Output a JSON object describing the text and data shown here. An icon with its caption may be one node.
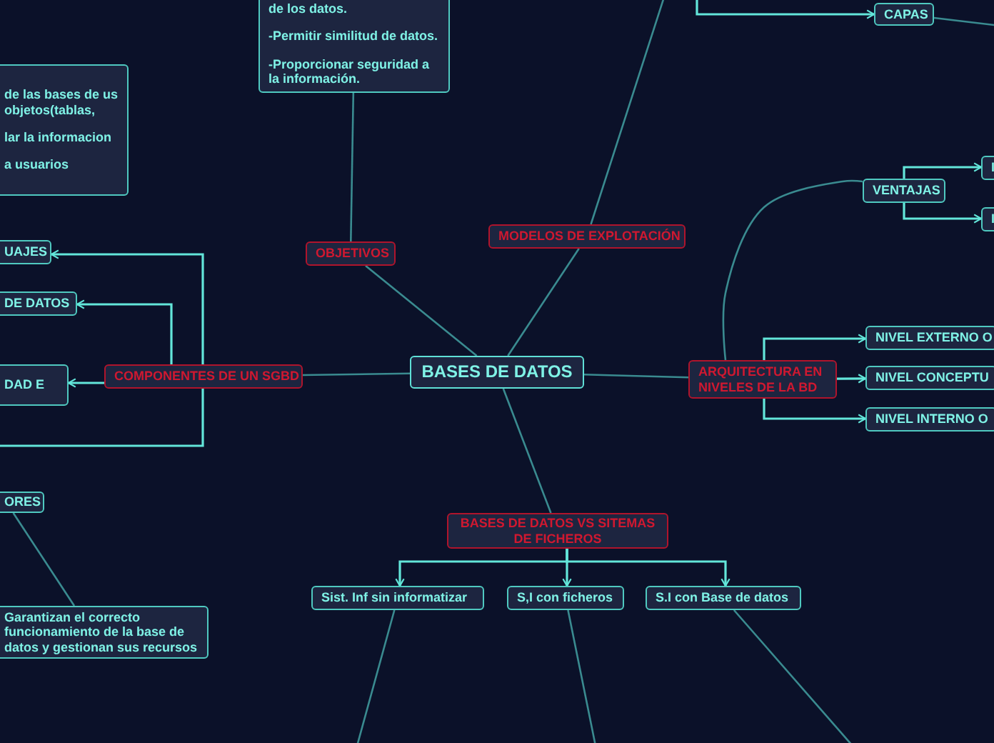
{
  "diagram": {
    "nodes": [
      {
        "text": [
          "BASES DE DATOS"
        ]
      },
      {
        "text": [
          "OBJETIVOS"
        ]
      },
      {
        "text": [
          "de los datos.",
          "-Permitir similitud de datos.",
          "-Proporcionar seguridad a la información."
        ]
      },
      {
        "text": [
          "MODELOS DE EXPLOTACIÓN"
        ]
      },
      {
        "text": [
          "CAPAS"
        ]
      },
      {
        "text": [
          "ARQUITECTURA EN NIVELES DE LA BD"
        ]
      },
      {
        "text": [
          "NIVEL EXTERNO O"
        ]
      },
      {
        "text": [
          "NIVEL CONCEPTU"
        ]
      },
      {
        "text": [
          "NIVEL INTERNO O"
        ]
      },
      {
        "text": [
          "VENTAJAS"
        ]
      },
      {
        "text": [
          "I"
        ]
      },
      {
        "text": [
          "I"
        ]
      },
      {
        "text": [
          "COMPONENTES DE UN SGBD"
        ]
      },
      {
        "text": [
          "UAJES"
        ]
      },
      {
        "text": [
          "DE DATOS"
        ]
      },
      {
        "text": [
          "DAD E"
        ]
      },
      {
        "text": [
          "de las bases de us objetos(tablas,",
          "lar la informacion",
          "a usuarios"
        ]
      },
      {
        "text": [
          "ORES"
        ]
      },
      {
        "text": [
          "Garantizan el correcto funcionamiento de la base de datos y gestionan sus recursos"
        ]
      },
      {
        "text": [
          "BASES DE DATOS VS SITEMAS DE FICHEROS"
        ]
      },
      {
        "text": [
          "Sist. Inf sin informatizar"
        ]
      },
      {
        "text": [
          "S,I con ficheros"
        ]
      },
      {
        "text": [
          "S.I con Base de datos"
        ]
      }
    ],
    "edges": [
      {
        "from": 0,
        "to": 1,
        "arrow": "none"
      },
      {
        "from": 1,
        "to": 2,
        "arrow": "none"
      },
      {
        "from": 0,
        "to": 3,
        "arrow": "none"
      },
      {
        "from": 3,
        "to": null,
        "arrow": "none"
      },
      {
        "from": null,
        "to": 4,
        "arrow": "to",
        "color": "#63e6da"
      },
      {
        "from": 4,
        "to": null,
        "arrow": "none"
      },
      {
        "from": 0,
        "to": 5,
        "arrow": "none"
      },
      {
        "from": 5,
        "to": 6,
        "arrow": "to",
        "color": "#63e6da"
      },
      {
        "from": 5,
        "to": 7,
        "arrow": "to",
        "color": "#63e6da"
      },
      {
        "from": 5,
        "to": 8,
        "arrow": "to",
        "color": "#63e6da"
      },
      {
        "from": 5,
        "to": 9,
        "arrow": "none"
      },
      {
        "from": 9,
        "to": 10,
        "arrow": "to",
        "color": "#63e6da"
      },
      {
        "from": 9,
        "to": 11,
        "arrow": "to",
        "color": "#63e6da"
      },
      {
        "from": 0,
        "to": 12,
        "arrow": "none"
      },
      {
        "from": 12,
        "to": 13,
        "arrow": "to",
        "color": "#63e6da"
      },
      {
        "from": 12,
        "to": 14,
        "arrow": "to",
        "color": "#63e6da"
      },
      {
        "from": 12,
        "to": 15,
        "arrow": "to",
        "color": "#63e6da"
      },
      {
        "from": 12,
        "to": null,
        "arrow": "none",
        "color": "#63e6da"
      },
      {
        "from": 0,
        "to": 19,
        "arrow": "none"
      },
      {
        "from": 19,
        "to": 20,
        "arrow": "to",
        "color": "#63e6da"
      },
      {
        "from": 19,
        "to": 21,
        "arrow": "to",
        "color": "#63e6da"
      },
      {
        "from": 19,
        "to": 22,
        "arrow": "to",
        "color": "#63e6da"
      },
      {
        "from": 20,
        "to": null,
        "arrow": "none"
      },
      {
        "from": 21,
        "to": null,
        "arrow": "none"
      },
      {
        "from": 22,
        "to": null,
        "arrow": "none"
      },
      {
        "from": 17,
        "to": 18,
        "arrow": "none"
      }
    ]
  }
}
